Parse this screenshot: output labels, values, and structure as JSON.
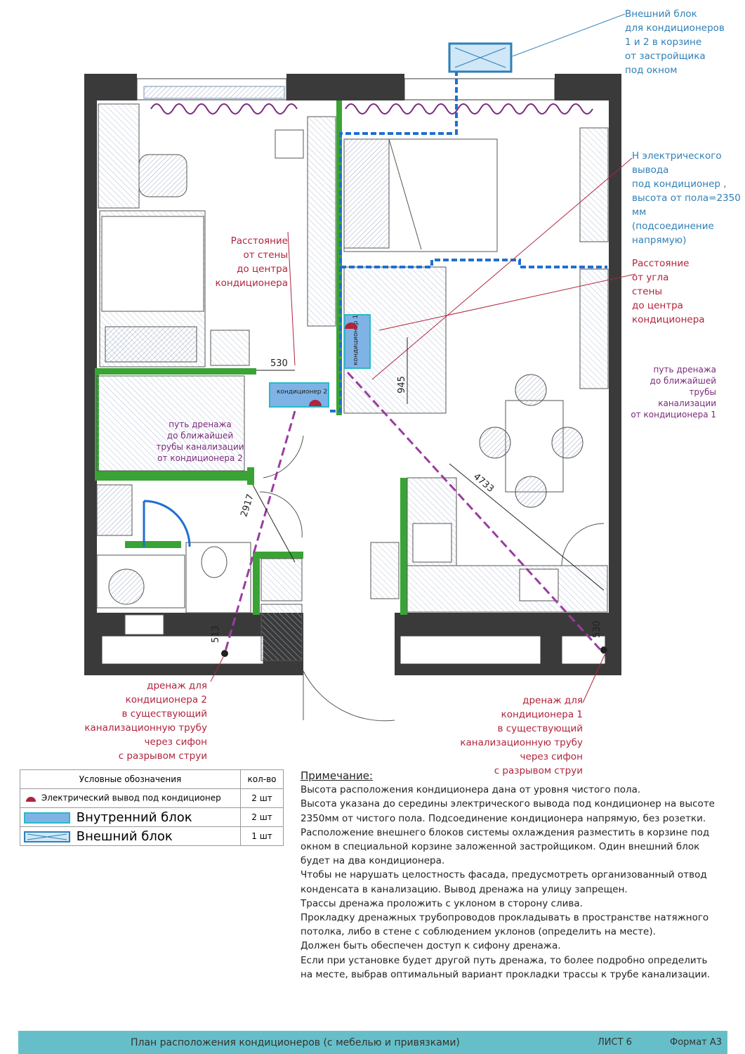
{
  "annotations": {
    "outdoor_unit": "Внешний блок\nдля кондиционеров\n1 и 2 в корзине\nот застройщика\nпод окном",
    "electric_outlet": "Н электрического\nвывода\nпод кондиционер ,\nвысота от пола=2350\nмм\n(подсоединение\nнапрямую)",
    "distance_wall": "Расстояние\nот стены\nдо центра\nкондиционера",
    "distance_corner": "Расстояние\nот угла\nстены\nдо центра\nкондиционера",
    "drain_path_1": "путь дренажа\nдо ближайшей\nтрубы канализации\nот кондиционера 1",
    "drain_path_2": "путь дренажа\nдо ближайшей\nтрубы канализации\nот кондиционера 2",
    "drain_2": "дренаж для\nкондиционера 2\nв существующий\nканализационную трубу\nчерез сифон\nс разрывом струи",
    "drain_1": "дренаж для\nкондиционера 1\nв существующий\nканализационную трубу\nчерез сифон\nс разрывом струи",
    "ac1_label": "кондиционер 1",
    "ac2_label": "кондиционер 2"
  },
  "dimensions": {
    "d530_top": "530",
    "d945": "945",
    "d4733": "4733",
    "d2917": "2917",
    "d513": "513",
    "d530_right": "530"
  },
  "legend": {
    "header_name": "Условные обозначения",
    "header_qty": "кол-во",
    "rows": [
      {
        "name": "Электрический вывод под кондиционер",
        "qty": "2 шт"
      },
      {
        "name": "Внутренний блок",
        "qty": "2 шт"
      },
      {
        "name": "Внешний  блок",
        "qty": "1 шт"
      }
    ]
  },
  "notes": {
    "title": "Примечание:",
    "text": "Высота расположения кондиционера дана от уровня чистого пола.\nВысота указана до середины электрического вывода под кондиционер на высоте 2350мм  от чистого пола. Подсоединение кондиционера напрямую, без розетки.\nРасположение внешнего блоков системы охлаждения разместить в корзине под окном в специальной корзине заложенной застройщиком. Один внешний блок будет на два кондиционера.\nЧтобы не нарушать целостность фасада, предусмотреть организованный отвод конденсата в канализацию. Вывод дренажа на улицу запрещен.\nТрассы дренажа проложить с уклоном в сторону слива.\nПрокладку дренажных трубопроводов прокладывать в пространстве натяжного потолка, либо в стене с соблюдением уклонов (определить на месте).\nДолжен быть обеспечен доступ к сифону дренажа.\nЕсли при установке будет другой путь дренажа, то более подробно определить на месте, выбрав оптимальный вариант прокладки трассы к трубе канализации."
  },
  "footer": {
    "title": "План расположения кондиционеров (с мебелью и привязками)",
    "sheet": "ЛИСТ 6",
    "format": "Формат А3"
  },
  "colors": {
    "wall": "#3a3a3a",
    "partition": "#3aa335",
    "duct": "#1f6fd0",
    "drain": "#9b3c9e",
    "accent_red": "#b0243c",
    "footer": "#66bfc8"
  }
}
